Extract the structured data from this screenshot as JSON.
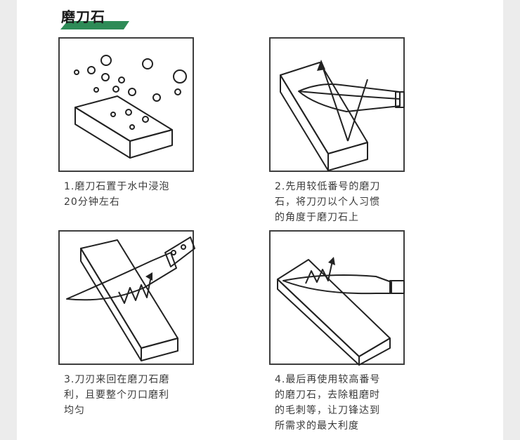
{
  "section_title": "磨刀石",
  "colors": {
    "accent": "#2e8b57",
    "frame": "#3e3e3e",
    "text": "#3a3a3a"
  },
  "steps": [
    {
      "caption": "1.磨刀石置于水中浸泡\n20分钟左右",
      "icon": "whetstone-in-water-icon"
    },
    {
      "caption": "2.先用较低番号的磨刀\n石，将刀刃以个人习惯\n的角度于磨刀石上",
      "icon": "knife-angle-on-stone-icon"
    },
    {
      "caption": "3.刀刃来回在磨刀石磨\n利，且要整个刃口磨利\n均匀",
      "icon": "knife-back-and-forth-icon"
    },
    {
      "caption": "4.最后再使用较高番号\n的磨刀石，去除粗磨时\n的毛刺等，让刀锋达到\n所需求的最大利度",
      "icon": "knife-fine-stone-icon"
    }
  ]
}
